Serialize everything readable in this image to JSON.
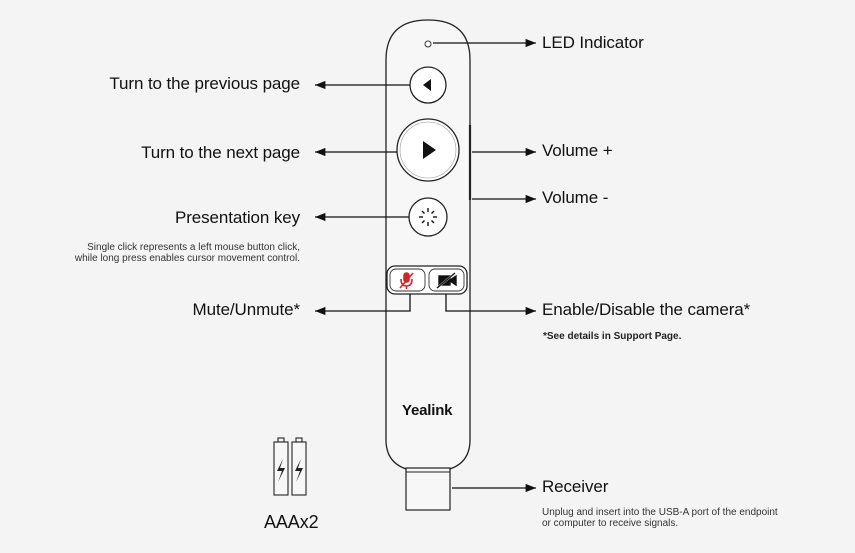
{
  "brand": "Yealink",
  "callouts": {
    "led": "LED Indicator",
    "prev": "Turn to the previous page",
    "next": "Turn to the next page",
    "volume_up": "Volume +",
    "volume_down": "Volume -",
    "presentation": "Presentation key",
    "presentation_desc_1": "Single click represents a left mouse button click,",
    "presentation_desc_2": "while long press enables cursor movement control.",
    "mute": "Mute/Unmute*",
    "camera": "Enable/Disable the camera*",
    "camera_note": "*See details in Support Page.",
    "receiver": "Receiver",
    "receiver_desc_1": "Unplug and insert into the USB-A port of the endpoint",
    "receiver_desc_2": "or computer to receive signals."
  },
  "battery_label": "AAAx2",
  "colors": {
    "mute_icon": "#d0272f",
    "line": "#111111"
  }
}
